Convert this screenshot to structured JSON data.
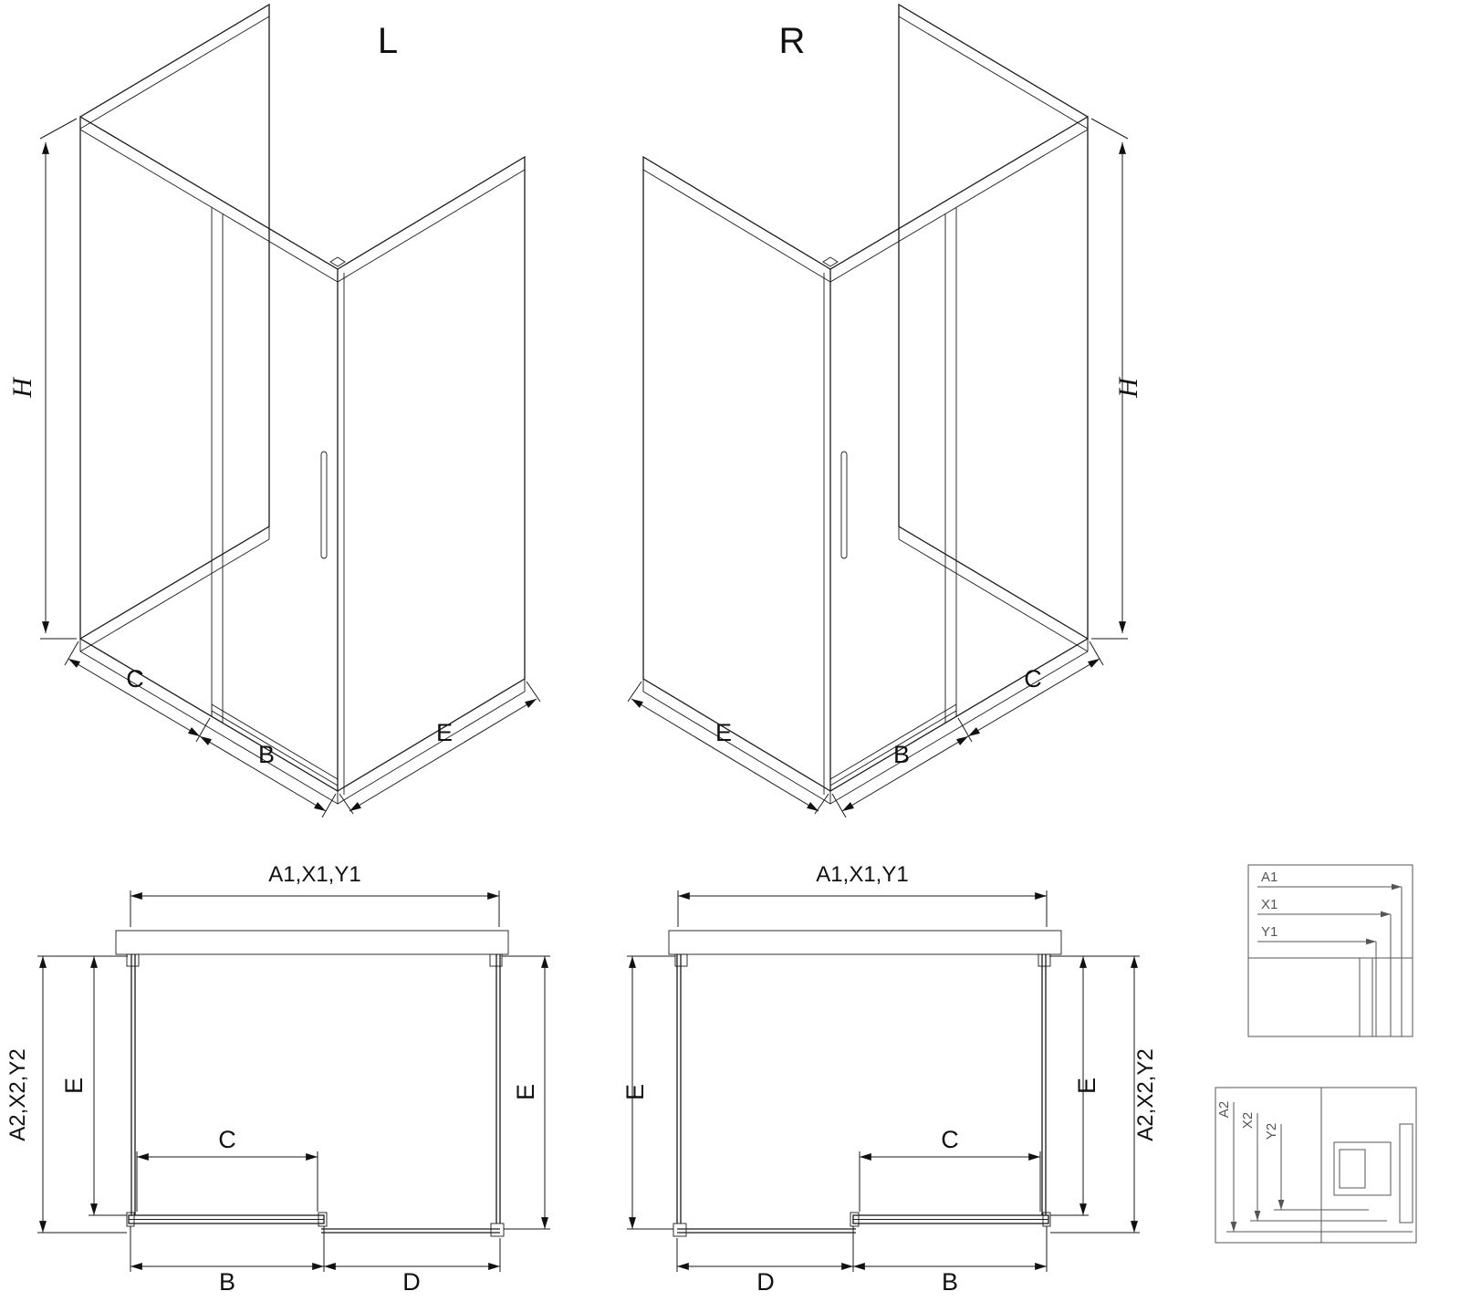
{
  "iso_left": {
    "label": "L",
    "h": "H",
    "c": "C",
    "b": "B",
    "e": "E"
  },
  "iso_right": {
    "label": "R",
    "h": "H",
    "c": "C",
    "b": "B",
    "e": "E"
  },
  "plan_left": {
    "top": "A1,X1,Y1",
    "side": "A2,X2,Y2",
    "e_left": "E",
    "e_right": "E",
    "c": "C",
    "b": "B",
    "d": "D"
  },
  "plan_right": {
    "top": "A1,X1,Y1",
    "side": "A2,X2,Y2",
    "e_left": "E",
    "e_right": "E",
    "c": "C",
    "b": "B",
    "d": "D"
  },
  "detail_top": {
    "a1": "A1",
    "x1": "X1",
    "y1": "Y1"
  },
  "detail_bottom": {
    "a2": "A2",
    "x2": "X2",
    "y2": "Y2"
  },
  "colors": {
    "line": "#1a1a1a",
    "detail": "#555555",
    "background": "#ffffff"
  }
}
